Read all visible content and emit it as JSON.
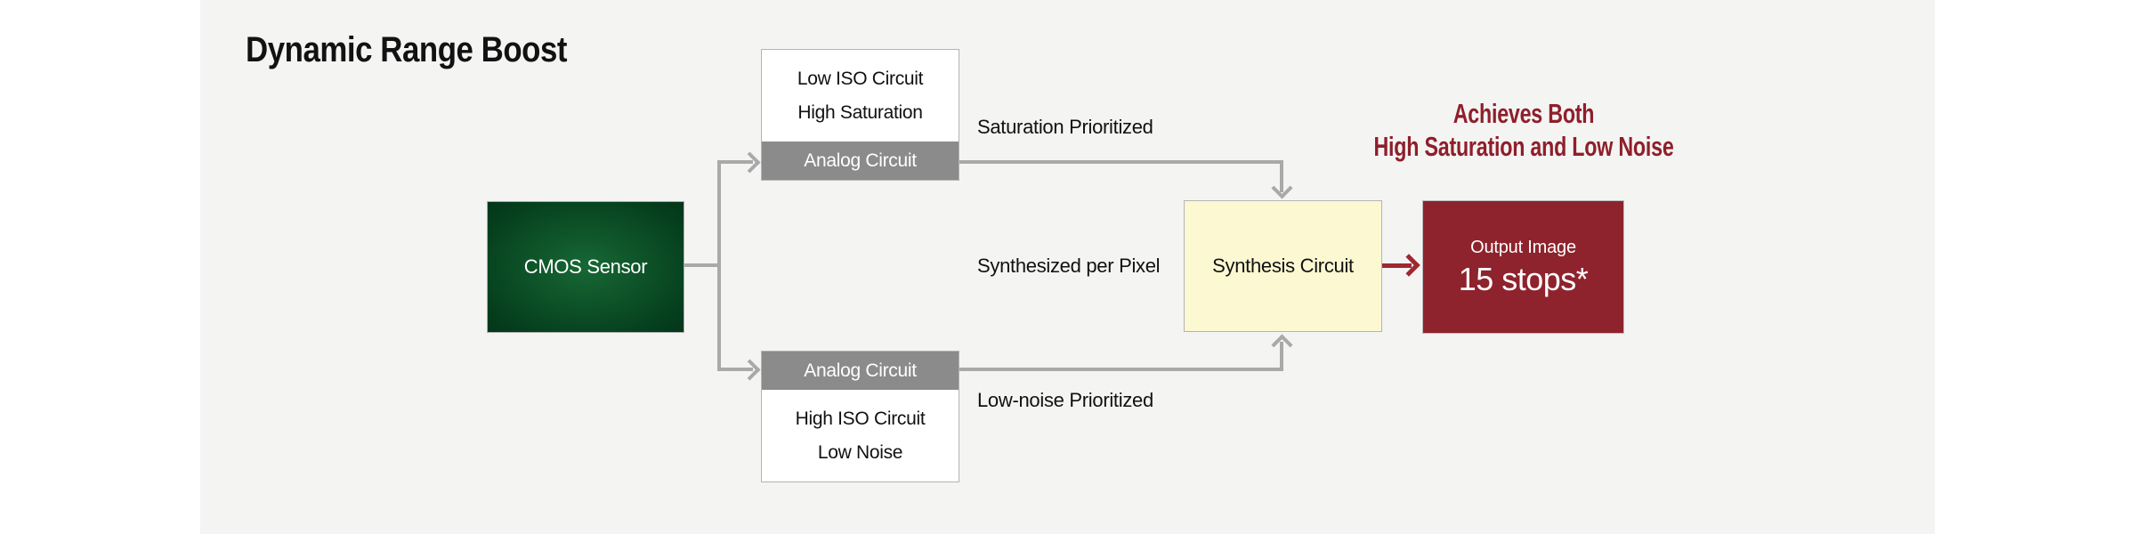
{
  "title": "Dynamic Range Boost",
  "diagram": {
    "cmos": {
      "label": "CMOS Sensor"
    },
    "low_iso_branch": {
      "title_line1": "Low ISO Circuit",
      "title_line2": "High Saturation",
      "analog_label": "Analog Circuit"
    },
    "high_iso_branch": {
      "analog_label": "Analog Circuit",
      "title_line1": "High ISO Circuit",
      "title_line2": "Low Noise"
    },
    "synthesis": {
      "label": "Synthesis Circuit"
    },
    "output": {
      "label": "Output Image",
      "value": "15 stops*"
    },
    "flow_labels": {
      "top": "Saturation Prioritized",
      "middle": "Synthesized per Pixel",
      "bottom": "Low-noise Prioritized"
    },
    "result_caption": {
      "line1": "Achieves Both",
      "line2": "High Saturation and Low Noise"
    }
  },
  "colors": {
    "panel_bg": "#f4f4f3",
    "sensor_green_center": "#176834",
    "sensor_green_edge": "#03361a",
    "analog_gray": "#8b8b8b",
    "connector_gray": "#a9a9a9",
    "box_border_gray": "#b4b4b4",
    "synthesis_yellow": "#fbf8d2",
    "output_red": "#8e232d",
    "arrow_red": "#9e2730",
    "caption_red": "#8e1f2b"
  }
}
